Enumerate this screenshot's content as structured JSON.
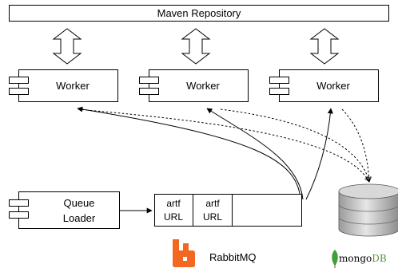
{
  "repository": {
    "label": "Maven Repository"
  },
  "workers": [
    {
      "label": "Worker"
    },
    {
      "label": "Worker"
    },
    {
      "label": "Worker"
    }
  ],
  "queue_loader": {
    "label_line1": "Queue",
    "label_line2": "Loader"
  },
  "queue": {
    "items": [
      {
        "line1": "artf",
        "line2": "URL"
      },
      {
        "line1": "artf",
        "line2": "URL"
      }
    ]
  },
  "rabbitmq": {
    "label": "RabbitMQ",
    "color": "#f26722"
  },
  "mongodb": {
    "label_mongo": "mongo",
    "label_db": "DB",
    "leaf_color": "#3fa037",
    "db_color": "#589636"
  },
  "icons": [
    "double-arrow-icon",
    "component-icon",
    "rabbitmq-logo-icon",
    "database-icon",
    "mongodb-leaf-icon"
  ]
}
